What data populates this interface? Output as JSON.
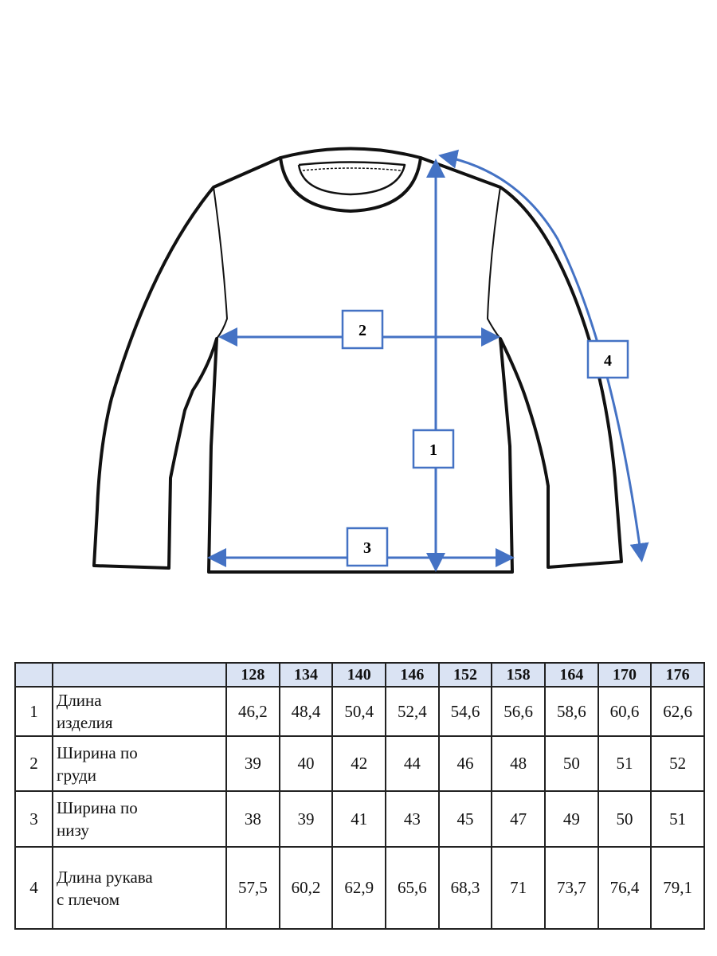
{
  "diagram": {
    "labels": [
      "1",
      "2",
      "3",
      "4"
    ],
    "arrow_color": "#4472c4"
  },
  "table": {
    "sizes": [
      "128",
      "134",
      "140",
      "146",
      "152",
      "158",
      "164",
      "170",
      "176"
    ],
    "rows": [
      {
        "num": "1",
        "name_line1": "Длина",
        "name_line2": "изделия",
        "values": [
          "46,2",
          "48,4",
          "50,4",
          "52,4",
          "54,6",
          "56,6",
          "58,6",
          "60,6",
          "62,6"
        ]
      },
      {
        "num": "2",
        "name_line1": "Ширина по",
        "name_line2": "груди",
        "values": [
          "39",
          "40",
          "42",
          "44",
          "46",
          "48",
          "50",
          "51",
          "52"
        ]
      },
      {
        "num": "3",
        "name_line1": "Ширина по",
        "name_line2": "низу",
        "values": [
          "38",
          "39",
          "41",
          "43",
          "45",
          "47",
          "49",
          "50",
          "51"
        ]
      },
      {
        "num": "4",
        "name_line1": "Длина рукава",
        "name_line2": "с плечом",
        "values": [
          "57,5",
          "60,2",
          "62,9",
          "65,6",
          "68,3",
          "71",
          "73,7",
          "76,4",
          "79,1"
        ]
      }
    ]
  }
}
